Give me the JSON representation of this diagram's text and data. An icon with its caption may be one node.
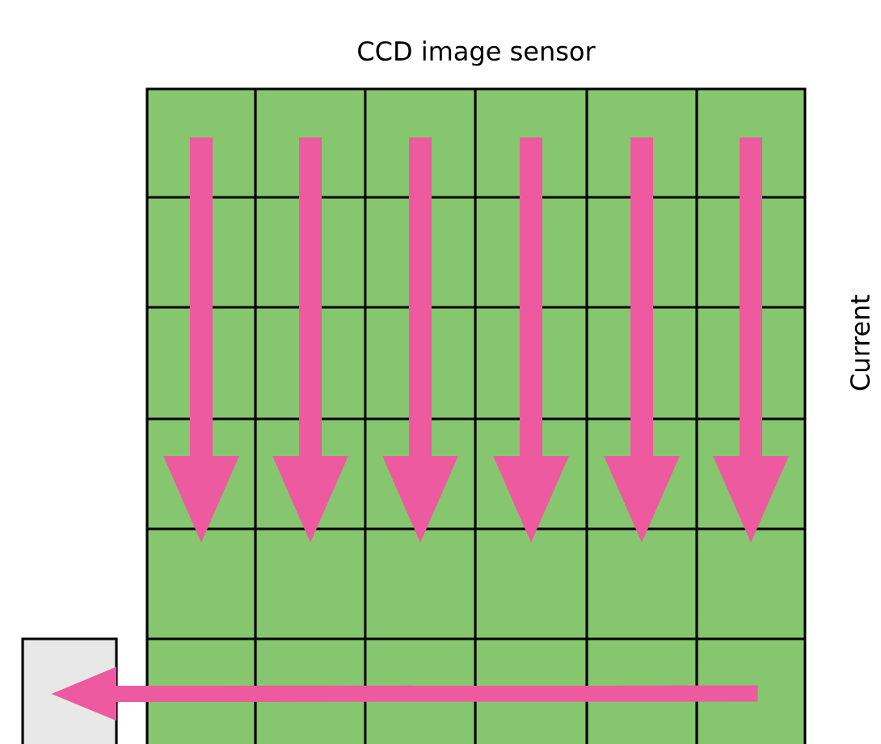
{
  "diagram": {
    "nodes": [
      {
        "text": [
          "CCD image sensor"
        ]
      },
      {
        "text": [],
        "shape": "box"
      }
    ],
    "edges": [
      {
        "from": 0,
        "to": 1,
        "arrow": "to"
      }
    ],
    "labels": [
      "Current"
    ]
  }
}
